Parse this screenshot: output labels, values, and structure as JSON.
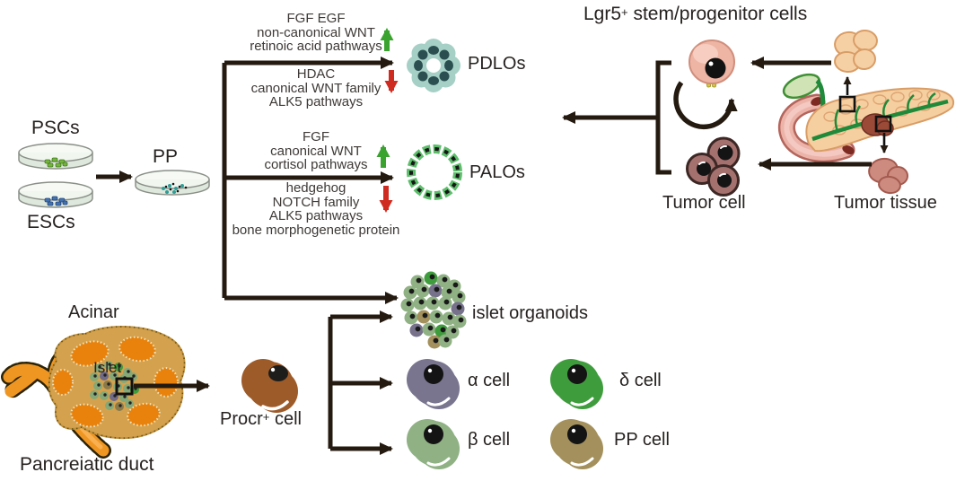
{
  "labels": {
    "pscs": "PSCs",
    "escs": "ESCs",
    "pp": "PP",
    "pdlos": "PDLOs",
    "palos": "PALOs",
    "islet_organoids": "islet organoids",
    "lgr5_base": "Lgr5",
    "lgr5_sup": "+",
    "lgr5_rest": " stem/progenitor cells",
    "tumor_cell": "Tumor cell",
    "tumor_tissue": "Tumor tissue",
    "acinar": "Acinar",
    "islet": "Islet",
    "pancreatic_duct": "Pancreiatic duct",
    "procr_base": "Procr",
    "procr_sup": "+",
    "procr_rest": " cell",
    "alpha_cell": "α cell",
    "delta_cell": "δ cell",
    "beta_cell": "β cell",
    "pp_cell": "PP cell"
  },
  "pathways": {
    "pdlo_up": "FGF EGF\nnon-canonical WNT\nretinoic acid pathways",
    "pdlo_down": "HDAC\ncanonical WNT family\nALK5 pathways",
    "palo_up": "FGF\ncanonical WNT\ncortisol pathways",
    "palo_down": "hedgehog\nNOTCH family\nALK5 pathways\nbone morphogenetic protein"
  },
  "colors": {
    "connector": "#241a10",
    "up_arrow": "#3aa32f",
    "down_arrow": "#cf2b20",
    "pdlo_body": "#a6d0c5",
    "pdlo_dot": "#2b4f51",
    "palo_cell": "#5dbd6b",
    "islet_cell_sage": "#8fb183",
    "alpha_cell": "#7a758f",
    "delta_cell": "#3f9c3d",
    "beta_cell": "#8fb183",
    "pp_cell": "#a3905c",
    "procr_cell": "#9e5b2a",
    "tumor_cell": "#a5716f",
    "lgr5_cell": "#eeb4a4",
    "pancreas_body": "#f6cfa0",
    "duct_orange": "#ef9622",
    "acinar_blob": "#d4a24e",
    "green_duct": "#1f8a3a"
  }
}
